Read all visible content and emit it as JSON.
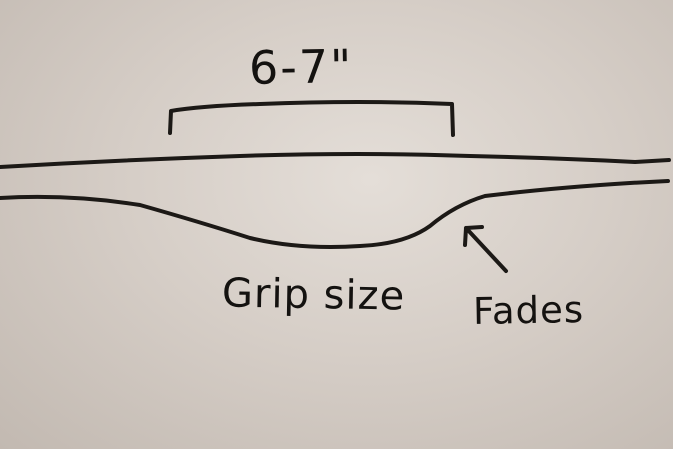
{
  "labels": {
    "dimension": "6-7\"",
    "grip_size": "Grip size",
    "fades": "Fades"
  },
  "colors": {
    "ink": "#1c1916",
    "board": "#d9d2cb"
  }
}
